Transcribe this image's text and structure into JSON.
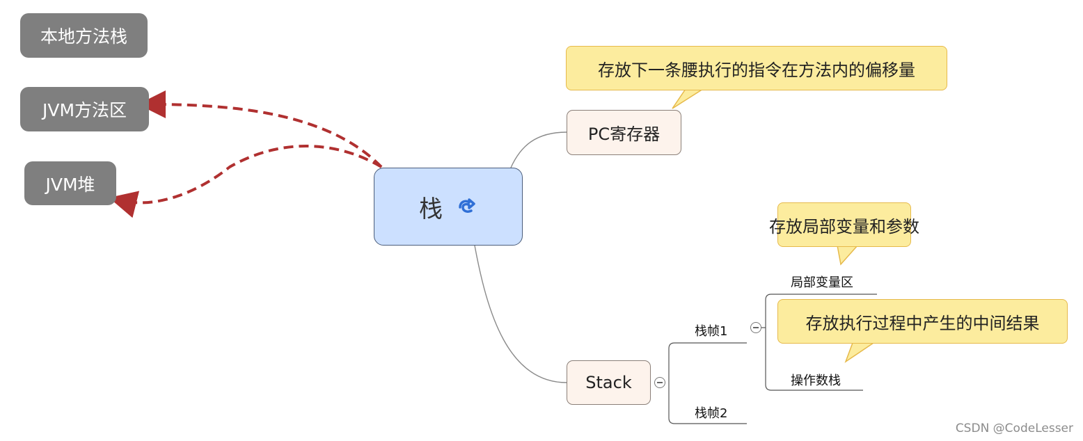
{
  "left_nodes": [
    "本地方法栈",
    "JVM方法区",
    "JVM堆"
  ],
  "central": {
    "label": "栈",
    "icon": "return-arrow-icon"
  },
  "topics": {
    "pc": "PC寄存器",
    "stack": "Stack"
  },
  "callouts": {
    "pc": "存放下一条腰执行的指令在方法内的偏移量",
    "local_vars": "存放局部变量和参数",
    "operand": "存放执行过程中产生的中间结果"
  },
  "stack_children": {
    "frame1": "栈帧1",
    "frame2": "栈帧2",
    "local_vars": "局部变量区",
    "operand_stack": "操作数栈"
  },
  "watermark": "CSDN @CodeLesser",
  "colors": {
    "gray_node": "#7f7f7f",
    "central_fill": "#cce0ff",
    "topic_fill": "#fdf3ec",
    "callout_fill": "#fcec9e",
    "dashed_arrow": "#b03030"
  }
}
